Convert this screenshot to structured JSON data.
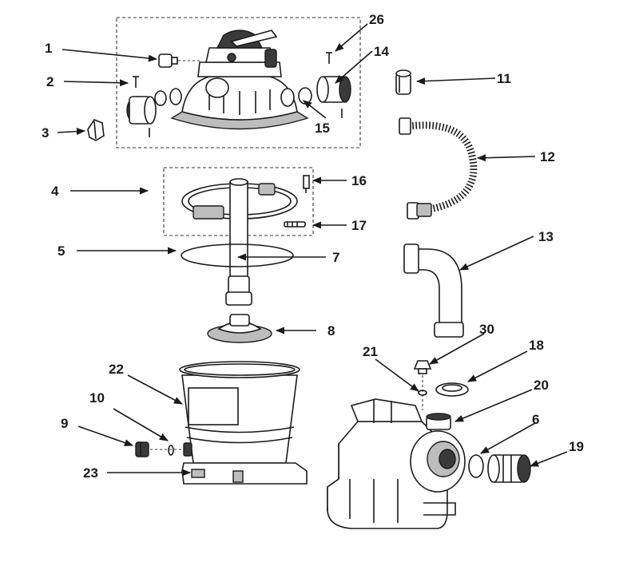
{
  "labels": {
    "p1": "1",
    "p2": "2",
    "p3": "3",
    "p4": "4",
    "p5": "5",
    "p6": "6",
    "p7": "7",
    "p8": "8",
    "p9": "9",
    "p10": "10",
    "p11": "11",
    "p12": "12",
    "p13": "13",
    "p14": "14",
    "p15": "15",
    "p16": "16",
    "p17": "17",
    "p18": "18",
    "p19": "19",
    "p20": "20",
    "p21": "21",
    "p22": "22",
    "p23": "23",
    "p26": "26",
    "p30": "30"
  }
}
